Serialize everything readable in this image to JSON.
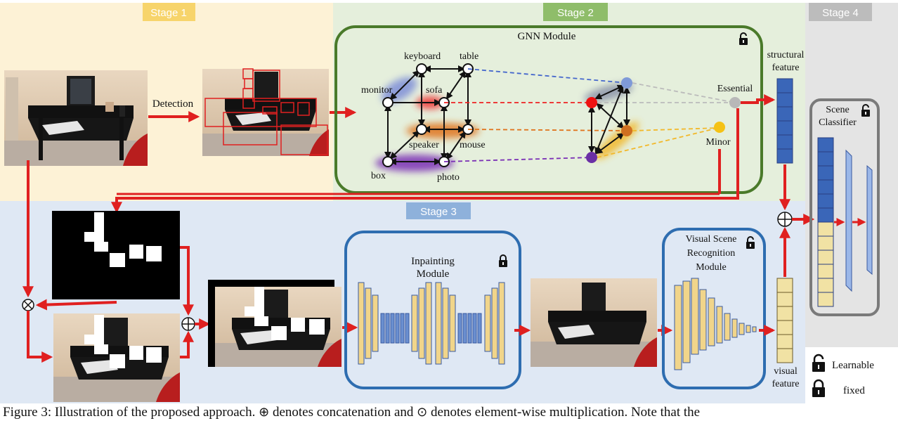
{
  "stages": {
    "stage1": "Stage 1",
    "stage2": "Stage 2",
    "stage3": "Stage 3",
    "stage4": "Stage 4"
  },
  "labels": {
    "detection": "Detection",
    "gnn_module": "GNN Module",
    "essential": "Essential",
    "minor": "Minor",
    "structural_feature_1": "structural",
    "structural_feature_2": "feature",
    "visual_feature_1": "visual",
    "visual_feature_2": "feature",
    "inpainting_module_1": "Inpainting",
    "inpainting_module_2": "Module",
    "vsr_module_1": "Visual Scene",
    "vsr_module_2": "Recognition",
    "vsr_module_3": "Module",
    "scene_classifier_1": "Scene",
    "scene_classifier_2": "Classifier",
    "legend_learnable": "Learnable",
    "legend_fixed": "fixed",
    "op_multiply": "⊗",
    "op_add": "⊕"
  },
  "graph_nodes": {
    "keyboard": "keyboard",
    "table": "table",
    "monitor": "monitor",
    "sofa": "sofa",
    "speaker": "speaker",
    "mouse": "mouse",
    "box": "box",
    "photo": "photo"
  },
  "caption": {
    "prefix": "Figure 3: Illustration of the proposed approach.",
    "symbol_add": "⊕",
    "middle": " denotes concatenation and ",
    "symbol_mul": "⊙",
    "suffix": " denotes element-wise multiplication. Note that the"
  },
  "colors": {
    "stage1_bg": "#fdf2d6",
    "stage2_bg": "#e5efdc",
    "stage3_bg": "#dfe8f4",
    "stage4_bg": "#e4e4e4",
    "stage1_title": "#f7d46b",
    "stage2_title": "#8fbd6a",
    "stage3_title": "#8eb1db",
    "stage4_title": "#bcbcbc",
    "gnn_border": "#4a7a2a",
    "module_border": "#2e6db0",
    "classifier_border": "#7a7a7a",
    "arrow": "#e02020",
    "feature_blue": "#3a66b8",
    "feature_yellow": "#f1e2a4"
  }
}
